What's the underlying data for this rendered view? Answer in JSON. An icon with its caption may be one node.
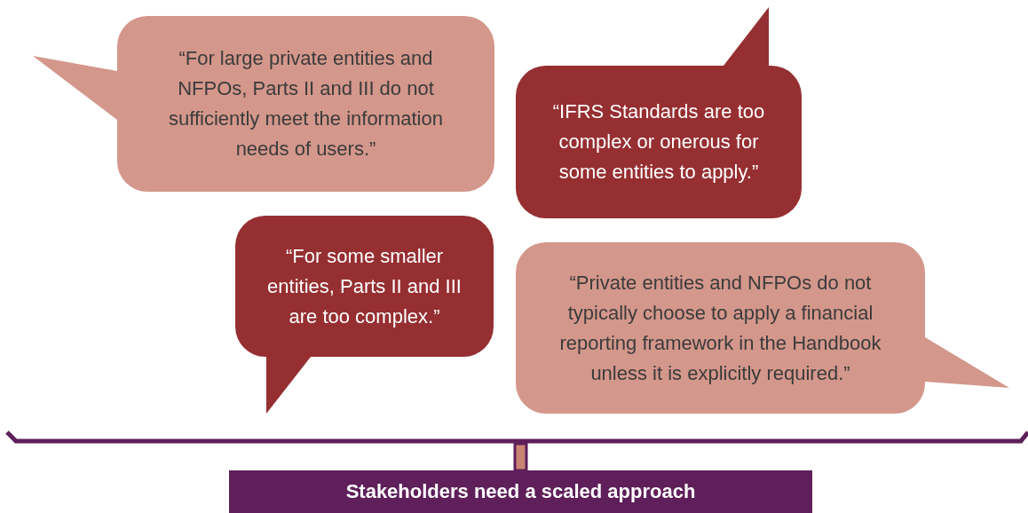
{
  "diagram": {
    "nodes": [
      {
        "text": [
          "“For large private entities and NFPOs, Parts II and III do not sufficiently meet the information needs of users.”"
        ]
      },
      {
        "text": [
          "“IFRS Standards are too complex or onerous for some entities to apply.”"
        ]
      },
      {
        "text": [
          "“For some smaller entities, Parts II and III are too complex.”"
        ]
      },
      {
        "text": [
          "“Private entities and NFPOs do not typically choose to apply a financial reporting framework in the Handbook unless it is explicitly required.”"
        ]
      },
      {
        "text": [
          "Stakeholders need a scaled approach"
        ]
      }
    ]
  }
}
